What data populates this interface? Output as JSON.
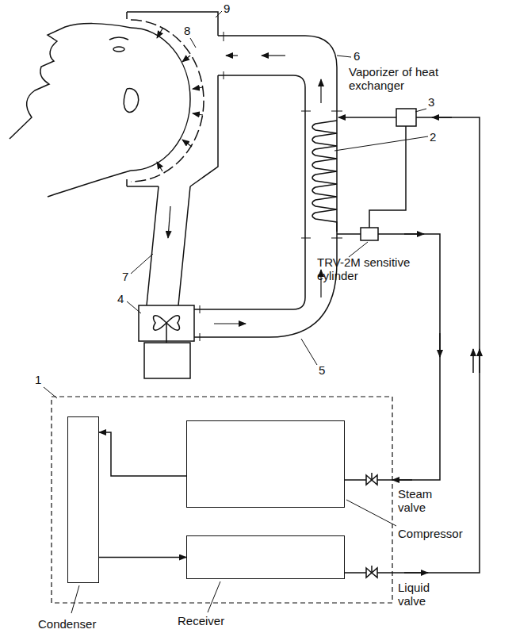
{
  "diagram": {
    "nodes": [
      {
        "text": [
          "Condenser"
        ]
      },
      {
        "text": [
          "Compressor"
        ]
      },
      {
        "text": [
          "Receiver"
        ]
      }
    ],
    "edges": [
      {
        "from": 1,
        "to": 0,
        "arrow": "to"
      },
      {
        "from": 0,
        "to": 2,
        "arrow": "to"
      }
    ],
    "labels": [
      "Vaporizer of heat exchanger",
      "1",
      "2",
      "3",
      "4",
      "5",
      "6",
      "7",
      "8",
      "9",
      "TRV-2M sensitive cylinder",
      "Steam valve",
      "Liquid valve"
    ]
  }
}
